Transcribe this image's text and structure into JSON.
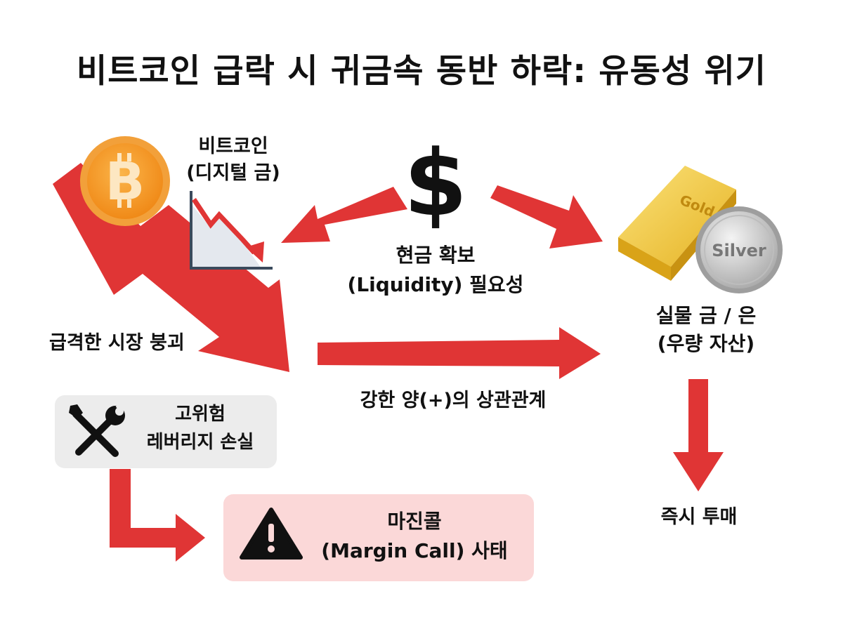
{
  "title": "비트코인 급락 시 귀금속 동반 하락: 유동성 위기",
  "bitcoin": {
    "line1": "비트코인",
    "line2": "(디지털 금)"
  },
  "crash": {
    "label": "급격한 시장 붕괴"
  },
  "cash": {
    "symbol": "$",
    "line1": "현금 확보",
    "line2": "(Liquidity) 필요성"
  },
  "metals": {
    "line1": "실물 금 / 은",
    "line2": "(우량 자산)",
    "gold_text": "Gold",
    "silver_text": "Silver"
  },
  "correlation": {
    "label": "강한 양(+)의 상관관계"
  },
  "leverage": {
    "line1": "고위험",
    "line2": "레버리지 손실"
  },
  "margin_call": {
    "line1": "마진콜",
    "line2": "(Margin Call) 사태"
  },
  "sell": {
    "label": "즉시 투매"
  },
  "colors": {
    "arrow_red": "#e03535",
    "bitcoin_orange": "#f5a030",
    "gold": "#e8b820",
    "silver": "#c8c8c8",
    "leverage_box": "#ececec",
    "margin_box": "#fbd8d8"
  }
}
